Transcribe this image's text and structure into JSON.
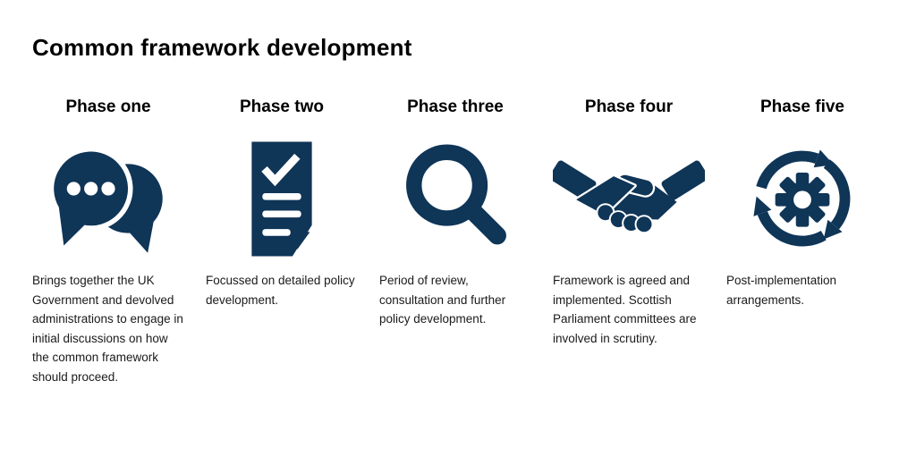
{
  "title": "Common framework development",
  "colors": {
    "icon": "#0f3557",
    "heading_text": "#000000",
    "body_text": "#1a1a1a",
    "background": "#ffffff"
  },
  "phases": [
    {
      "heading": "Phase one",
      "icon": "chat-bubbles-icon",
      "description": "Brings together the UK Government and devolved administrations to engage in initial discussions on how the common framework should proceed."
    },
    {
      "heading": "Phase two",
      "icon": "document-checklist-icon",
      "description": "Focussed on detailed policy development."
    },
    {
      "heading": "Phase three",
      "icon": "magnifying-glass-icon",
      "description": "Period of review, consultation and further policy development."
    },
    {
      "heading": "Phase four",
      "icon": "handshake-icon",
      "description": "Framework is agreed and implemented. Scottish Parliament committees are involved in scrutiny."
    },
    {
      "heading": "Phase five",
      "icon": "process-cycle-gear-icon",
      "description": "Post-implementation arrangements."
    }
  ]
}
